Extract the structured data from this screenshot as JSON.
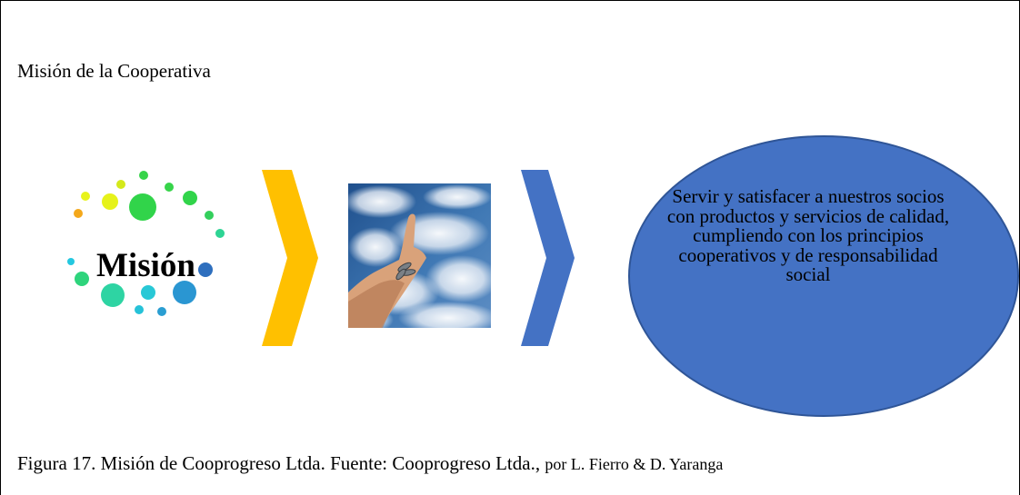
{
  "figure": {
    "title": "Misión de la Cooperativa",
    "logo_word": "Misión",
    "logo_icon": "colored-dots-circle-icon",
    "photo_icon": "hand-with-keys-sky-photo",
    "arrow_icons": [
      "chevron-right-icon",
      "chevron-right-icon"
    ],
    "statement": "Servir y satisfacer  a nuestros socios con productos y servicios de calidad, cumpliendo con los principios cooperativos y de responsabilidad social",
    "colors": {
      "chevron_1": "#FFC000",
      "chevron_2": "#4472C4",
      "oval": "#4472C4",
      "oval_border": "#2F5597"
    }
  },
  "caption": {
    "main": "Figura 17. Misión de Cooprogreso Ltda. Fuente: Cooprogreso Ltda.,",
    "credit": "por L. Fierro & D. Yaranga"
  }
}
